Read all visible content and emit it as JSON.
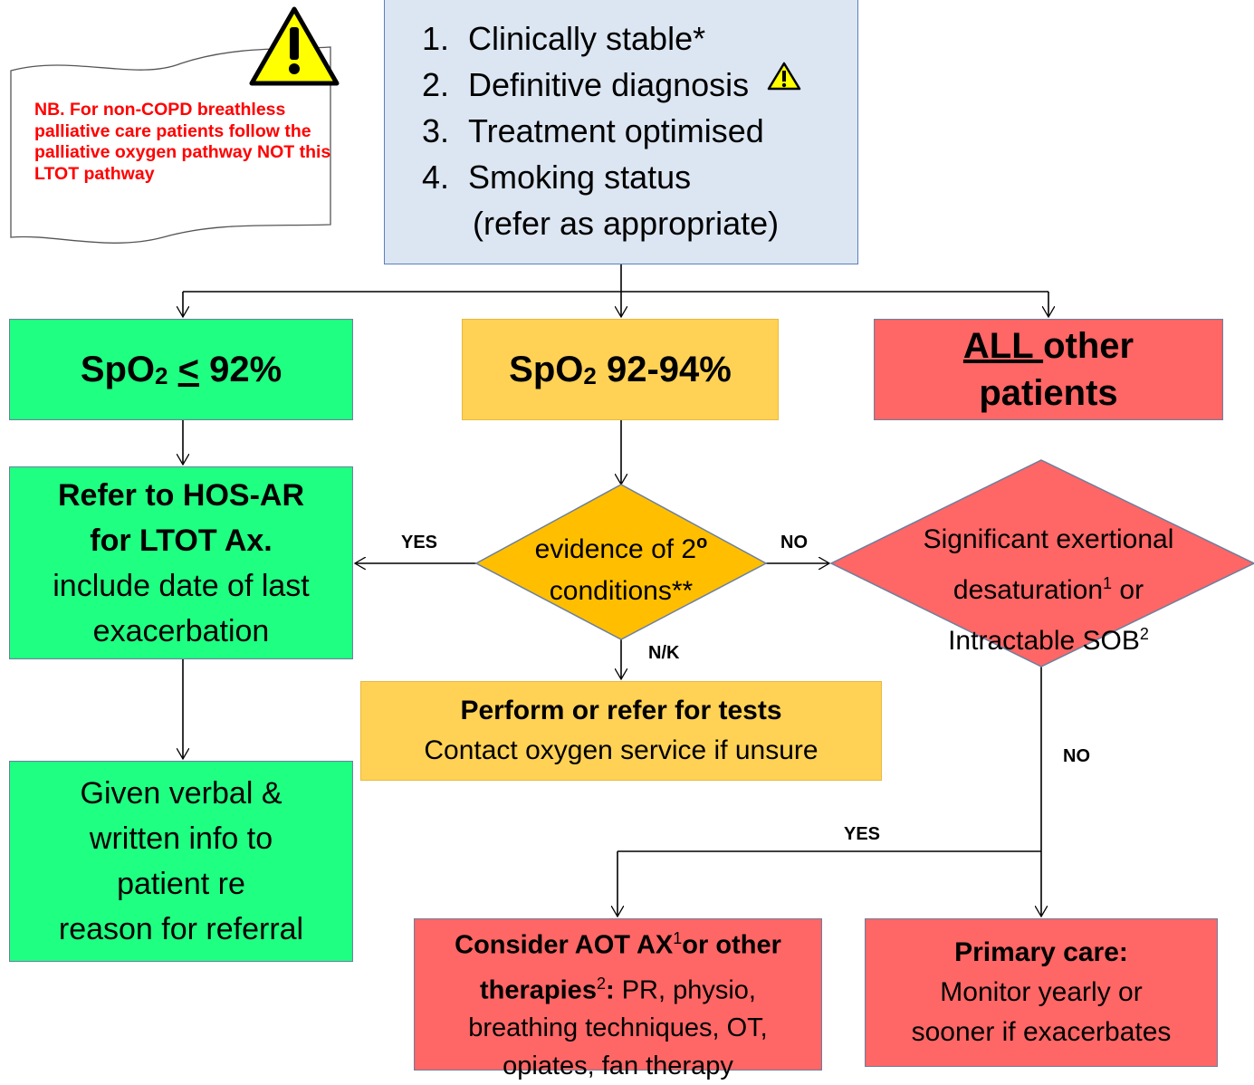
{
  "criteria": {
    "items": [
      {
        "num": "1.",
        "text": "Clinically stable*"
      },
      {
        "num": "2.",
        "text": "Definitive diagnosis"
      },
      {
        "num": "3.",
        "text": "Treatment optimised"
      },
      {
        "num": "4.",
        "text": "Smoking status"
      }
    ],
    "sub_note": "(refer as appropriate)"
  },
  "note": {
    "text": "NB. For non-COPD breathless palliative care patients follow the palliative oxygen pathway NOT this LTOT pathway"
  },
  "branches": {
    "low": {
      "pre": "SpO",
      "sub": "2",
      "sym": "<",
      "value": " 92%"
    },
    "mid": {
      "pre": "SpO",
      "sub": "2",
      "value": " 92-94%"
    },
    "other": {
      "underlined": "ALL ",
      "rest": "other",
      "line2": "patients"
    }
  },
  "refer": {
    "line1": "Refer to HOS-AR",
    "line2": "for LTOT Ax.",
    "line3": "include date of last",
    "line4": "exacerbation"
  },
  "given": {
    "line1": "Given verbal &",
    "line2": "written info to",
    "line3": "patient re",
    "line4": "reason for referral"
  },
  "decision_mid": {
    "line1": "evidence of 2",
    "degree": "o",
    "line2": "conditions**"
  },
  "decision_right": {
    "line1": "Significant exertional",
    "line2a": "desaturation",
    "sup1": "1",
    "line2b": " or",
    "line3a": "Intractable SOB",
    "sup2": "2"
  },
  "tests": {
    "line1": "Perform or refer for tests",
    "line2": "Contact oxygen service if unsure"
  },
  "consider": {
    "a": "Consider AOT AX",
    "sup1": "1",
    "b": "or other",
    "c": "therapies",
    "sup2": "2",
    "d": ":",
    "e": " PR, physio,",
    "line3": "breathing techniques, OT,",
    "line4": "opiates, fan therapy"
  },
  "primary": {
    "title": "Primary care:",
    "line2": "Monitor yearly or",
    "line3": "sooner if exacerbates"
  },
  "edge_labels": {
    "yes_left": "YES",
    "no_right": "NO",
    "nk": "N/K",
    "no_down": "NO",
    "yes_bottom": "YES"
  },
  "colors": {
    "green": "#1fff82",
    "yellow": "#ffd255",
    "red": "#ff6666",
    "decision_mid": "#ffbf00",
    "criteria_bg": "#dce6f2",
    "note_text": "#ff0000",
    "warning": "#ffff00"
  }
}
